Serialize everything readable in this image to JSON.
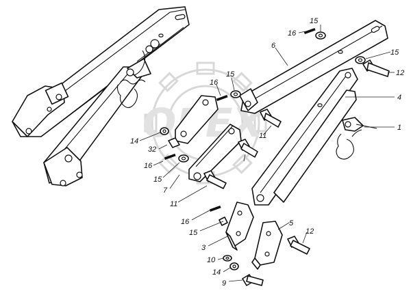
{
  "watermark": {
    "text": "OPEX"
  },
  "callouts": [
    {
      "id": "c1",
      "text": "1"
    },
    {
      "id": "c4",
      "text": "4"
    },
    {
      "id": "c6",
      "text": "6"
    },
    {
      "id": "c15a",
      "text": "15"
    },
    {
      "id": "c16a",
      "text": "16"
    },
    {
      "id": "c15b",
      "text": "15"
    },
    {
      "id": "c12a",
      "text": "12"
    },
    {
      "id": "c15c",
      "text": "15"
    },
    {
      "id": "c16b",
      "text": "16"
    },
    {
      "id": "c11a",
      "text": "11"
    },
    {
      "id": "c14a",
      "text": "14"
    },
    {
      "id": "c32",
      "text": "32"
    },
    {
      "id": "c16c",
      "text": "16"
    },
    {
      "id": "c15d",
      "text": "15"
    },
    {
      "id": "c7",
      "text": "7"
    },
    {
      "id": "c11b",
      "text": "11"
    },
    {
      "id": "c16d",
      "text": "16"
    },
    {
      "id": "c15e",
      "text": "15"
    },
    {
      "id": "c3",
      "text": "3"
    },
    {
      "id": "c5",
      "text": "5"
    },
    {
      "id": "c12b",
      "text": "12"
    },
    {
      "id": "c10",
      "text": "10"
    },
    {
      "id": "c14b",
      "text": "14"
    },
    {
      "id": "c9",
      "text": "9"
    }
  ]
}
